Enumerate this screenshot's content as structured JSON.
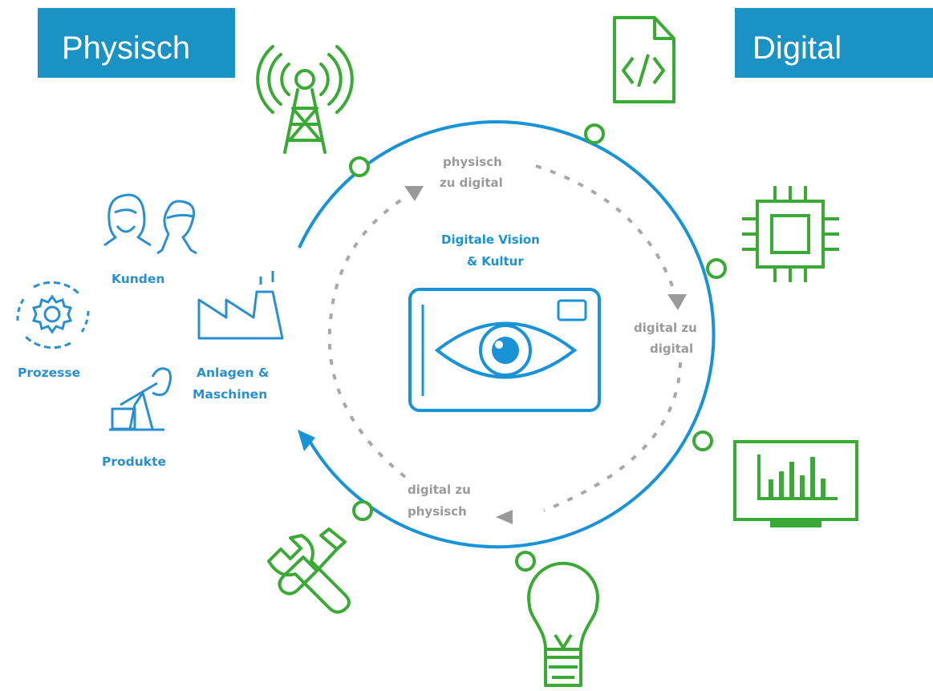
{
  "header": {
    "left_title": "Physisch",
    "right_title": "Digital"
  },
  "center": {
    "title_line1": "Digitale Vision",
    "title_line2": "& Kultur"
  },
  "flows": {
    "top_line1": "physisch",
    "top_line2": "zu digital",
    "right_line1": "digital zu",
    "right_line2": "digital",
    "bottom_line1": "digital zu",
    "bottom_line2": "physisch"
  },
  "physical_items": {
    "kunden": "Kunden",
    "prozesse": "Prozesse",
    "anlagen_line1": "Anlagen &",
    "anlagen_line2": "Maschinen",
    "produkte": "Produkte"
  },
  "icons": [
    "antenna-icon",
    "code-file-icon",
    "chip-icon",
    "monitor-chart-icon",
    "lightbulb-icon",
    "tools-icon",
    "customers-icon",
    "process-gear-icon",
    "factory-icon",
    "oil-pump-icon",
    "eye-camera-icon"
  ],
  "colors": {
    "header_blue": "#1a92c4",
    "ring_blue": "#1a92d6",
    "icon_green": "#3aa935",
    "label_blue": "#2a8fcf",
    "flow_gray": "#9a9a9a"
  }
}
